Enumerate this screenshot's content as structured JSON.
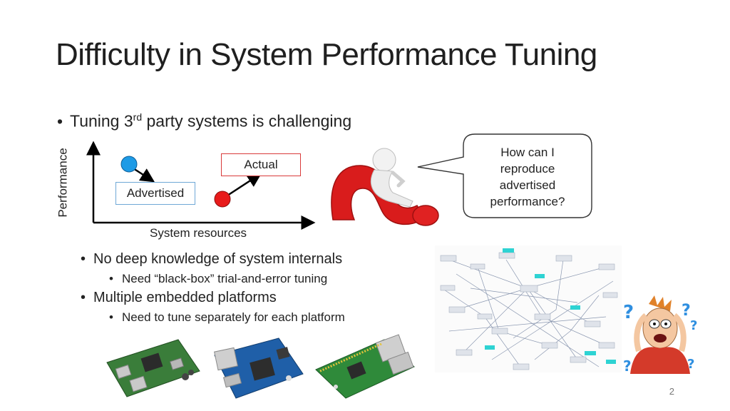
{
  "slide": {
    "title": "Difficulty in System Performance Tuning",
    "bullet1": {
      "prefix": "Tuning 3",
      "sup": "rd",
      "suffix": " party systems is challenging"
    },
    "chart": {
      "y_axis_label": "Performance",
      "x_axis_label": "System resources",
      "advertised_label": "Advertised",
      "actual_label": "Actual",
      "colors": {
        "advertised": "#1e9be6",
        "actual": "#e81b1b",
        "actual_box_border": "#d93a3a",
        "advertised_box_border": "#6fa8d6"
      }
    },
    "callout": {
      "lines": [
        "How can I",
        "reproduce",
        "advertised",
        "performance?"
      ]
    },
    "sub_bullets": [
      {
        "text": "No deep knowledge of system internals",
        "child": "Need “black-box” trial-and-error tuning"
      },
      {
        "text": "Multiple embedded platforms",
        "child": "Need to tune separately for each platform"
      }
    ],
    "icons": [
      "thinker-figure-icon",
      "system-graph-icon",
      "confused-person-icon",
      "embedded-board-icon"
    ],
    "page_number": "2"
  }
}
